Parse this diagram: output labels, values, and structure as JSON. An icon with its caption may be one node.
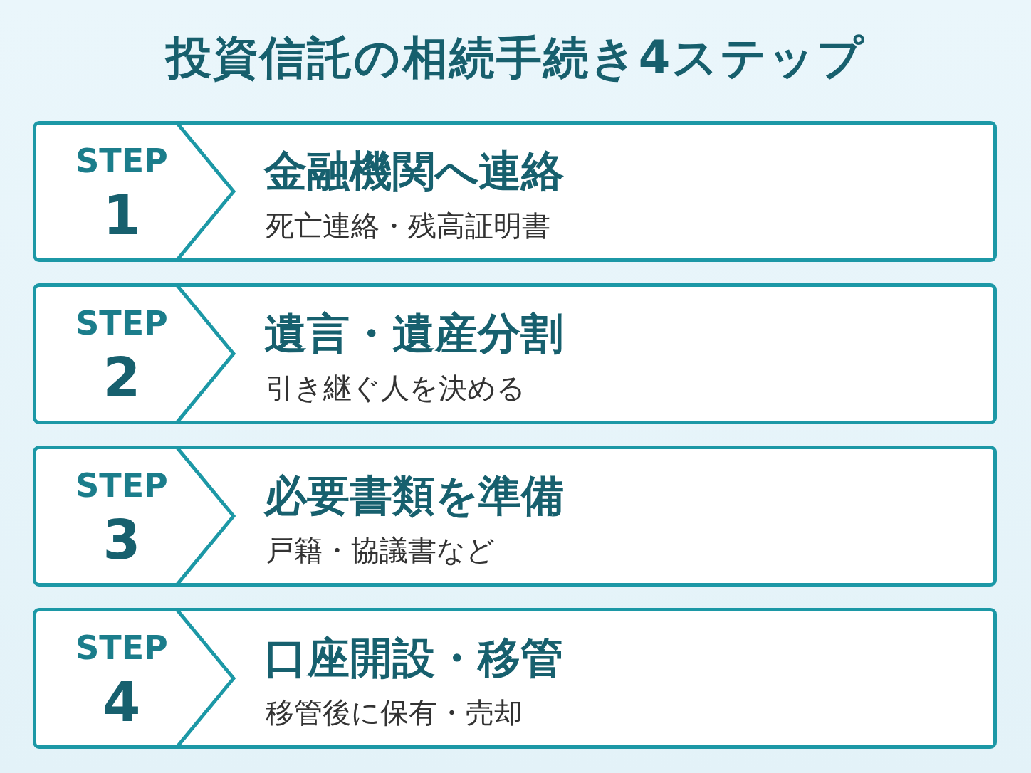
{
  "diagram": {
    "title": "投資信託の相続手続き4ステップ",
    "nodes": [
      {
        "text": [
          "STEP",
          "1",
          "金融機関へ連絡",
          "死亡連絡・残高証明書"
        ]
      },
      {
        "text": [
          "STEP",
          "2",
          "遺言・遺産分割",
          "引き継ぐ人を決める"
        ]
      },
      {
        "text": [
          "STEP",
          "3",
          "必要書類を準備",
          "戸籍・協議書など"
        ]
      },
      {
        "text": [
          "STEP",
          "4",
          "口座開設・移管",
          "移管後に保有・売却"
        ]
      }
    ],
    "edges": []
  }
}
